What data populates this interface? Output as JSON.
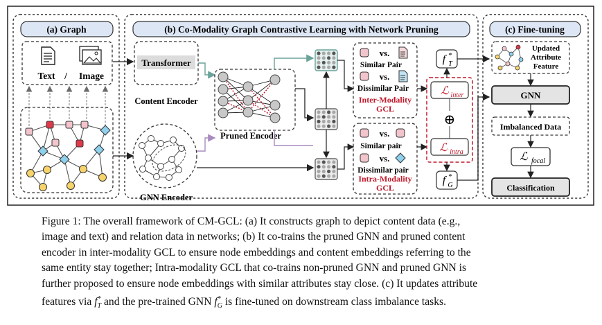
{
  "figure": {
    "panel_a": {
      "title": "(a) Graph",
      "text_label": "Text",
      "slash": "/",
      "image_label": "Image"
    },
    "panel_b": {
      "title": "(b) Co-Modality Graph Contrastive Learning with Network Pruning",
      "transformer": "Transformer",
      "content_encoder": "Content Encoder",
      "pruned_encoder": "Pruned Encoder",
      "gnn_encoder": "GNN Encoder",
      "vs": "vs.",
      "similar_pair_inter": "Similar Pair",
      "dissimilar_pair_inter": "Dissimilar Pair",
      "inter_gcl_line1": "Inter-Modality",
      "inter_gcl_line2": "GCL",
      "similar_pair_intra": "Similar pair",
      "dissimilar_pair_intra": "Dissimilar pair",
      "intra_gcl_line1": "Intra-Modality",
      "intra_gcl_line2": "GCL",
      "loss_inter": "ℒ",
      "loss_inter_sub": "inter",
      "loss_intra": "ℒ",
      "loss_intra_sub": "intra",
      "oplus": "⊕",
      "f_t": "f",
      "f_t_sub": "T",
      "f_g": "f",
      "f_g_sub": "G",
      "star": "*"
    },
    "panel_c": {
      "title": "(c) Fine-tuning",
      "updated_1": "Updated",
      "updated_2": "Attribute",
      "updated_3": "Feature",
      "gnn": "GNN",
      "imbalanced": "Imbalanced Data",
      "loss_focal": "ℒ",
      "loss_focal_sub": "focal",
      "classification": "Classification"
    },
    "colors": {
      "pink_node": "#f2c4cc",
      "red_node": "#e03a4a",
      "blue_node": "#8fd0ec",
      "yellow_node": "#f7d36b",
      "title_fill": "#dde6f4",
      "dark_red": "#c0182a"
    }
  },
  "caption": {
    "line1": "Figure 1: The overall framework of CM-GCL: (a) It constructs graph to depict content data (e.g.,",
    "line2": "image and text) and relation data in networks; (b) It co-trains the pruned GNN and pruned content",
    "line3": "encoder in inter-modality GCL to ensure node embeddings and content embeddings referring to the",
    "line4": "same entity stay together; Intra-modality GCL that co-trains non-pruned GNN and pruned GNN is",
    "line5": "further proposed to ensure node embeddings with similar attributes stay close. (c) It updates attribute",
    "line6_a": "features via ",
    "line6_fT": "f",
    "line6_fT_sup": "*",
    "line6_fT_sub": "T",
    "line6_b": " and the pre-trained GNN ",
    "line6_fG": "f",
    "line6_fG_sup": "*",
    "line6_fG_sub": "G",
    "line6_c": " is fine-tuned on downstream class imbalance tasks."
  }
}
